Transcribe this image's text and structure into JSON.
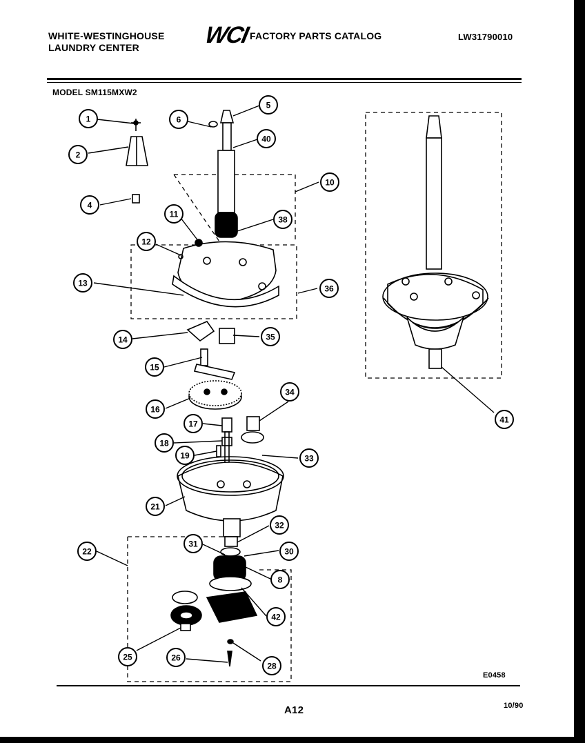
{
  "header": {
    "brand_line1": "WHITE-WESTINGHOUSE",
    "brand_line2": "LAUNDRY CENTER",
    "logo_text": "WCI",
    "catalog_title": "FACTORY PARTS CATALOG",
    "catalog_number": "LW31790010"
  },
  "model_label": "MODEL SM115MXW2",
  "footer": {
    "reference_code": "E0458",
    "page_number": "A12",
    "date": "10/90"
  },
  "callouts": [
    "1",
    "2",
    "4",
    "6",
    "5",
    "40",
    "10",
    "11",
    "38",
    "12",
    "13",
    "36",
    "14",
    "35",
    "15",
    "16",
    "34",
    "17",
    "18",
    "33",
    "19",
    "21",
    "32",
    "31",
    "30",
    "22",
    "8",
    "42",
    "25",
    "26",
    "28",
    "41"
  ]
}
